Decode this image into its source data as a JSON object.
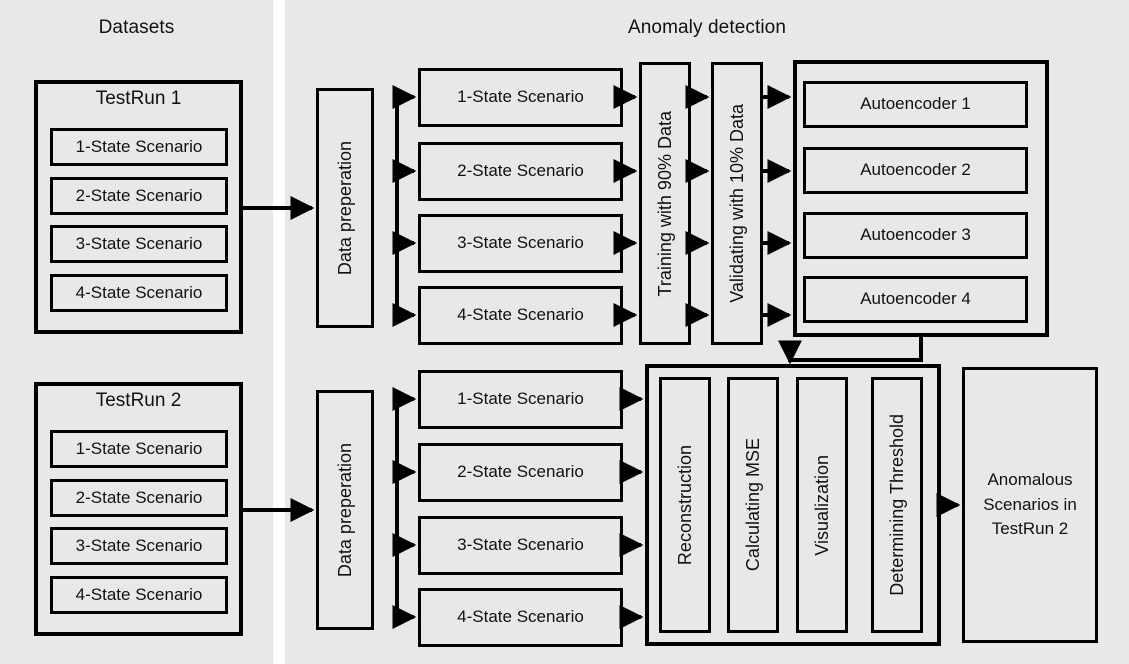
{
  "panels": {
    "datasets": {
      "title": "Datasets"
    },
    "anomaly": {
      "title": "Anomaly detection"
    }
  },
  "testruns": [
    {
      "name": "TestRun 1",
      "scenarios": [
        "1-State Scenario",
        "2-State Scenario",
        "3-State Scenario",
        "4-State Scenario"
      ]
    },
    {
      "name": "TestRun 2",
      "scenarios": [
        "1-State Scenario",
        "2-State Scenario",
        "3-State Scenario",
        "4-State Scenario"
      ]
    }
  ],
  "pipeline_top": {
    "data_preparation": "Data preperation",
    "scenarios": [
      "1-State Scenario",
      "2-State Scenario",
      "3-State Scenario",
      "4-State Scenario"
    ],
    "training": "Training with 90% Data",
    "validating": "Validating with 10% Data",
    "autoencoders": [
      "Autoencoder 1",
      "Autoencoder 2",
      "Autoencoder 3",
      "Autoencoder 4"
    ]
  },
  "pipeline_bottom": {
    "data_preparation": "Data preperation",
    "scenarios": [
      "1-State Scenario",
      "2-State Scenario",
      "3-State Scenario",
      "4-State Scenario"
    ],
    "analysis_steps": [
      "Reconstruction",
      "Calculating MSE",
      "Visualization",
      "Determining Threshold"
    ],
    "result": "Anomalous Scenarios in TestRun 2"
  },
  "colors": {
    "panel_background": "#e8e8e8",
    "page_background": "#ffffff",
    "stroke": "#000000",
    "text": "#111111"
  }
}
